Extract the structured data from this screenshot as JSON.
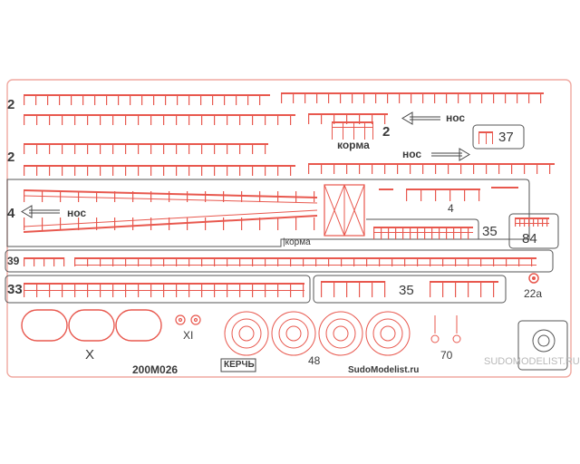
{
  "labels": {
    "row1_num": "2",
    "row2_num": "2",
    "row3_num": "4",
    "row4_num": "39",
    "row5_num": "33",
    "part_2": "2",
    "korma_top": "корма",
    "nos_top": "нос",
    "nos_mid": "нос",
    "nos_left": "нос",
    "part_37": "37",
    "part_4": "4",
    "part_35_top": "35",
    "part_84": "84",
    "korma_bottom": "|корма",
    "part_35_bottom": "35",
    "part_22a": "22a",
    "part_x": "X",
    "part_xi": "XI",
    "part_48": "48",
    "part_70": "70",
    "sheet_code": "200M026",
    "brand_mark": "КЕРЧЬ",
    "site_name": "SudoModelist.ru",
    "watermark": "SUDOMODELIST.RU"
  },
  "colors": {
    "part_red": "#e8584e",
    "frame_gray": "#555555",
    "outline_pink": "#f0a8a0",
    "text": "#3a3a3a"
  },
  "icons": {
    "logo": "snail-shell-logo",
    "emblem": "rose-emblem-icon"
  }
}
